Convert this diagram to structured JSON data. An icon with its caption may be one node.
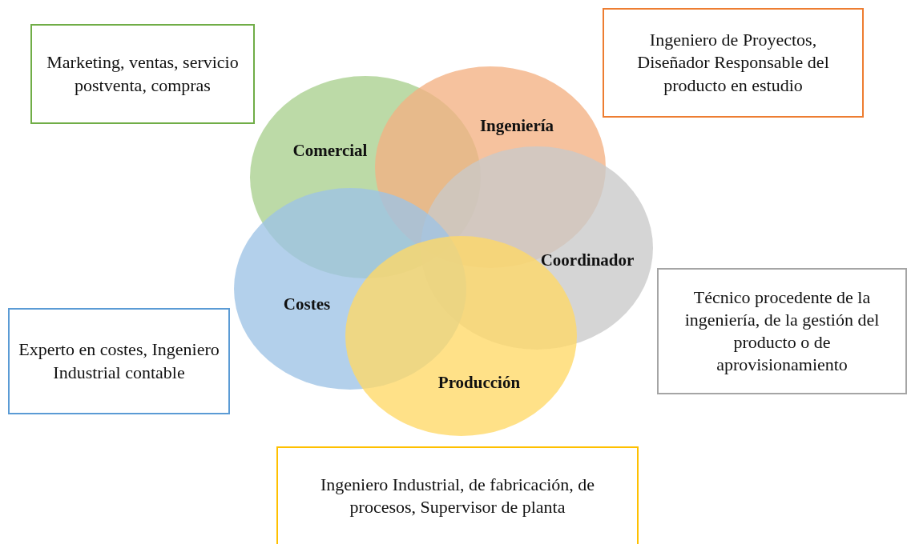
{
  "diagram": {
    "nodes": [
      {
        "text": [
          "Marketing, ventas, servicio postventa, compras"
        ]
      },
      {
        "text": [
          "Ingeniero de Proyectos, Diseñador Responsable del producto en estudio"
        ]
      },
      {
        "text": [
          "Comercial"
        ]
      },
      {
        "text": [
          "Ingeniería"
        ]
      },
      {
        "text": [
          "Coordinador"
        ]
      },
      {
        "text": [
          "Técnico procedente de la ingeniería, de la gestión del producto o de aprovisionamiento"
        ]
      },
      {
        "text": [
          "Costes"
        ]
      },
      {
        "text": [
          "Experto en costes, Ingeniero Industrial contable"
        ]
      },
      {
        "text": [
          "Producción"
        ]
      },
      {
        "text": [
          "Ingeniero Industrial, de fabricación, de procesos, Supervisor de planta"
        ]
      }
    ]
  }
}
